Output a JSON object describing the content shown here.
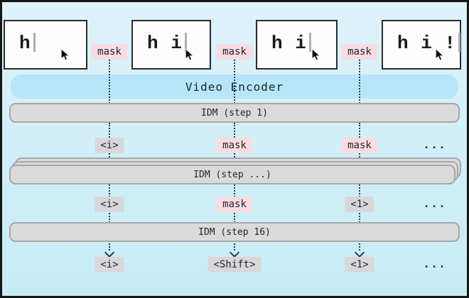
{
  "screens": [
    {
      "text": "h"
    },
    {
      "text": "h i"
    },
    {
      "text": "h i"
    },
    {
      "text": "h i !"
    }
  ],
  "top_masks": [
    {
      "label": "mask"
    },
    {
      "label": "mask"
    },
    {
      "label": "mask"
    }
  ],
  "encoder": {
    "label": "Video Encoder"
  },
  "idm": {
    "step1": "IDM (step 1)",
    "middle": "IDM (step ...)",
    "step16": "IDM (step 16)"
  },
  "rows": [
    {
      "tokens": [
        "<i>",
        "mask",
        "mask"
      ],
      "ellipsis": "..."
    },
    {
      "tokens": [
        "<i>",
        "mask",
        "<1>"
      ],
      "ellipsis": "..."
    },
    {
      "tokens": [
        "<i>",
        "<Shift>",
        "<1>"
      ],
      "ellipsis": "..."
    }
  ],
  "colors": {
    "background_top": "#def3fa",
    "background_bottom": "#c7ecf6",
    "encoder_fill": "#b7e6f8",
    "mask_fill": "#f9dce2",
    "token_fill": "#d8d8da",
    "bar_fill": "#dadadb",
    "bar_border": "#a7a7aa",
    "connector": "#27414f",
    "frame_border": "#161616",
    "screen_border": "#2b2b2b"
  }
}
